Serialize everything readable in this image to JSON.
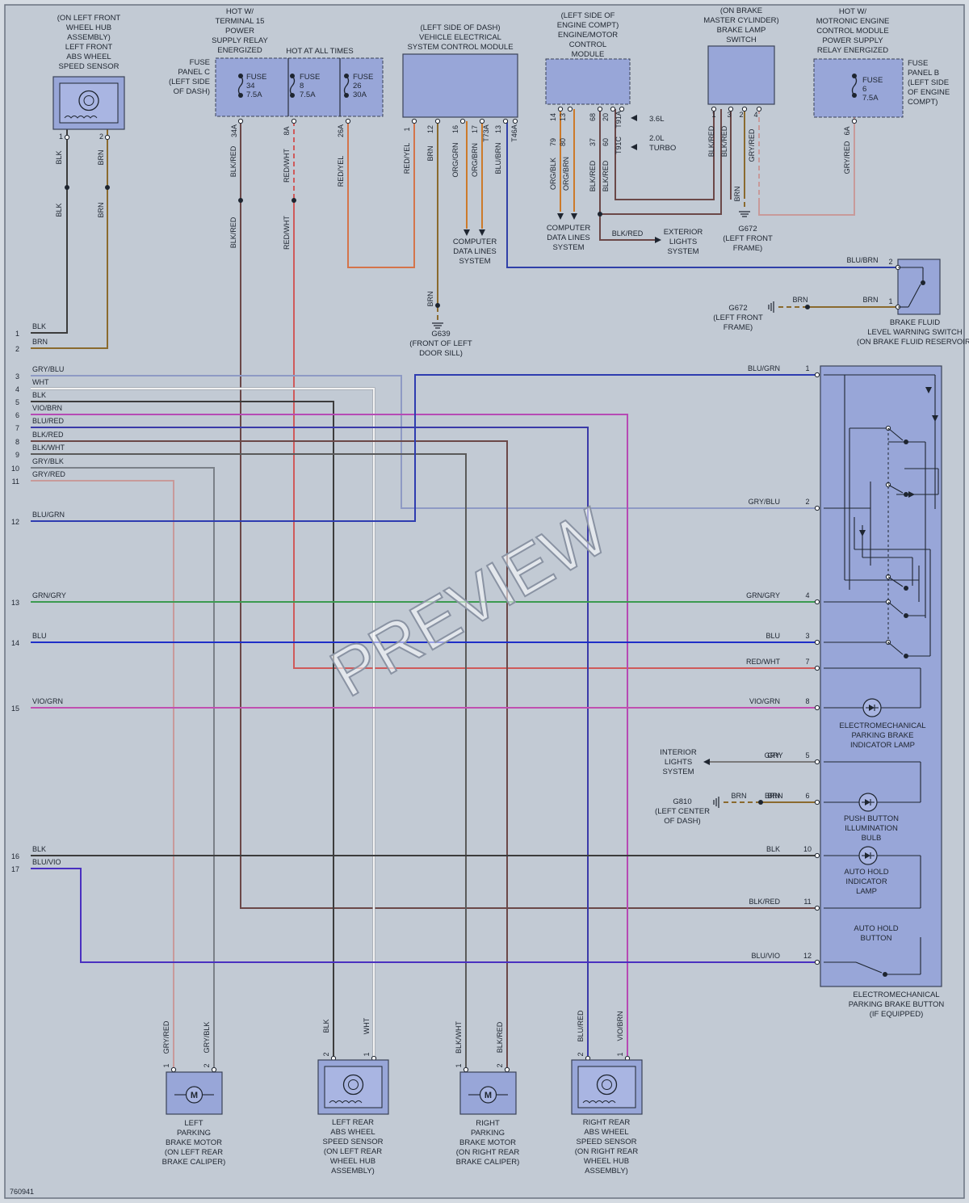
{
  "doc_number": "760941",
  "watermark": "PREVIEW",
  "colors": {
    "BLK": "#3c3c3c",
    "BRN": "#8a6a2e",
    "RED_YEL": "#d4744a",
    "RED_WHT": "#cf5a5a",
    "BLK_RED": "#6b4848",
    "GRY_BLU": "#8e9ac4",
    "WHT": "#f2f2f2",
    "VIO_BRN": "#b64ab4",
    "BLU_RED": "#3a3aa8",
    "BLK_WHT": "#5a5a5a",
    "GRY_BLK": "#7a8088",
    "GRY_RED": "#c89a9a",
    "BLU_GRN": "#2e3cb0",
    "GRN_GRY": "#3c9a50",
    "BLU": "#1e2ec8",
    "VIO_GRN": "#c050b0",
    "BLU_VIO": "#4a30c0",
    "BLU_BRN": "#3040a8",
    "ORG": "#cc7a2a",
    "GRY": "#7a7a7a"
  },
  "components": {
    "lf_sensor": [
      "(ON LEFT FRONT",
      "WHEEL HUB",
      "ASSEMBLY)",
      "LEFT FRONT",
      "ABS WHEEL",
      "SPEED SENSOR"
    ],
    "fuse_panel_c": [
      "FUSE",
      "PANEL C",
      "(LEFT SIDE",
      "OF DASH)"
    ],
    "hot_t15": [
      "HOT W/",
      "TERMINAL 15",
      "POWER",
      "SUPPLY RELAY",
      "ENERGIZED"
    ],
    "hot_all_times": "HOT AT ALL TIMES",
    "fuse34": [
      "FUSE",
      "34",
      "7.5A"
    ],
    "fuse8": [
      "FUSE",
      "8",
      "7.5A"
    ],
    "fuse26": [
      "FUSE",
      "26",
      "30A"
    ],
    "vescm": [
      "(LEFT SIDE OF DASH)",
      "VEHICLE ELECTRICAL",
      "SYSTEM CONTROL MODULE"
    ],
    "ecm": [
      "(LEFT SIDE OF",
      "ENGINE COMPT)",
      "ENGINE/MOTOR",
      "CONTROL",
      "MODULE"
    ],
    "brake_lamp_switch": [
      "(ON BRAKE",
      "MASTER CYLINDER)",
      "BRAKE LAMP",
      "SWITCH"
    ],
    "hot_motronic": [
      "HOT W/",
      "MOTRONIC ENGINE",
      "CONTROL MODULE",
      "POWER SUPPLY",
      "RELAY ENERGIZED"
    ],
    "fuse_panel_b": [
      "FUSE",
      "PANEL B",
      "(LEFT SIDE",
      "OF ENGINE",
      "COMPT)"
    ],
    "fuse6": [
      "FUSE",
      "6",
      "7.5A"
    ],
    "engine_3_6": "3.6L",
    "engine_2_0": [
      "2.0L",
      "TURBO"
    ],
    "computer_data_1": [
      "COMPUTER",
      "DATA LINES",
      "SYSTEM"
    ],
    "computer_data_2": [
      "COMPUTER",
      "DATA LINES",
      "SYSTEM"
    ],
    "exterior_lights": [
      "EXTERIOR",
      "LIGHTS",
      "SYSTEM"
    ],
    "g672_a": [
      "G672",
      "(LEFT FRONT",
      "FRAME)"
    ],
    "g639": [
      "G639",
      "(FRONT OF LEFT",
      "DOOR SILL)"
    ],
    "g672_b": [
      "G672",
      "(LEFT FRONT",
      "FRAME)"
    ],
    "brake_fluid": [
      "BRAKE FLUID",
      "LEVEL WARNING SWITCH",
      "(ON BRAKE FLUID RESERVOIR)"
    ],
    "epb_lamp": [
      "ELECTROMECHANICAL",
      "PARKING BRAKE",
      "INDICATOR LAMP"
    ],
    "interior_lights": [
      "INTERIOR",
      "LIGHTS",
      "SYSTEM"
    ],
    "g810": [
      "G810",
      "(LEFT CENTER",
      "OF DASH)"
    ],
    "push_bulb": [
      "PUSH BUTTON",
      "ILLUMINATION",
      "BULB"
    ],
    "auto_hold_lamp": [
      "AUTO HOLD",
      "INDICATOR",
      "LAMP"
    ],
    "auto_hold_button": [
      "AUTO HOLD",
      "BUTTON"
    ],
    "epb_button": [
      "ELECTROMECHANICAL",
      "PARKING BRAKE BUTTON",
      "(IF EQUIPPED)"
    ],
    "left_motor": [
      "LEFT",
      "PARKING",
      "BRAKE MOTOR",
      "(ON LEFT REAR",
      "BRAKE CALIPER)"
    ],
    "lr_sensor": [
      "LEFT REAR",
      "ABS WHEEL",
      "SPEED SENSOR",
      "(ON LEFT REAR",
      "WHEEL HUB",
      "ASSEMBLY)"
    ],
    "right_motor": [
      "RIGHT",
      "PARKING",
      "BRAKE MOTOR",
      "(ON RIGHT REAR",
      "BRAKE CALIPER)"
    ],
    "rr_sensor": [
      "RIGHT REAR",
      "ABS WHEEL",
      "SPEED SENSOR",
      "(ON RIGHT REAR",
      "WHEEL HUB",
      "ASSEMBLY)"
    ],
    "motor_symbol": "M"
  },
  "top_wires": [
    {
      "pin": "34A",
      "label": "BLK/RED",
      "color": "BLK_RED"
    },
    {
      "pin": "8A",
      "label": "RED/WHT",
      "color": "RED_WHT"
    },
    {
      "pin": "26A",
      "label": "RED/YEL",
      "color": "RED_YEL"
    },
    {
      "pin": "1",
      "label": "RED/YEL",
      "color": "RED_YEL"
    },
    {
      "pin": "12",
      "label": "BRN",
      "color": "BRN"
    },
    {
      "pin": "16",
      "label": "ORG/GRN",
      "color": "ORG"
    },
    {
      "pin": "17",
      "label": "ORG/BRN",
      "color": "ORG"
    },
    {
      "pin": "T73A",
      "label": "",
      "color": "ORG"
    },
    {
      "pin": "13",
      "label": "BLU/BRN",
      "color": "BLU_BRN"
    },
    {
      "pin": "T46A",
      "label": "",
      "color": "BLU_BRN"
    },
    {
      "pin": "14",
      "pin2": "79",
      "label": "ORG/BLK",
      "color": "ORG"
    },
    {
      "pin": "13",
      "pin2": "80",
      "label": "ORG/BRN",
      "color": "ORG"
    },
    {
      "pin": "68",
      "pin2": "37",
      "label": "BLK/RED",
      "color": "BLK_RED"
    },
    {
      "pin": "20",
      "pin2": "60",
      "label": "BLK/RED",
      "color": "BLK_RED"
    },
    {
      "pin": "T91A",
      "pin2": "T91C",
      "label": "",
      "color": "BLK_RED"
    },
    {
      "pin": "1",
      "label": "BLK/RED",
      "color": "BLK_RED"
    },
    {
      "pin": "3",
      "label": "BLK/RED",
      "color": "BLK_RED"
    },
    {
      "pin": "2",
      "label": "BRN",
      "color": "BRN"
    },
    {
      "pin": "4",
      "label": "GRY/RED",
      "color": "GRY_RED"
    },
    {
      "pin": "6A",
      "label": "GRY/RED",
      "color": "GRY_RED"
    },
    {
      "pin": "1",
      "label": "BLK",
      "color": "BLK"
    },
    {
      "pin": "2",
      "label": "BRN",
      "color": "BRN"
    }
  ],
  "misc_labels": {
    "blk_red_ext": "BLK/RED",
    "blu_brn": "BLU/BRN",
    "brn_a": "BRN",
    "brn_b": "BRN",
    "gry": "GRY",
    "brn_c": "BRN",
    "brn_d": "BRN",
    "pin_2": "2",
    "pin_1": "1"
  },
  "left_pins": [
    {
      "num": "1",
      "label": "BLK"
    },
    {
      "num": "2",
      "label": "BRN"
    },
    {
      "num": "3",
      "label": "GRY/BLU"
    },
    {
      "num": "4",
      "label": "WHT"
    },
    {
      "num": "5",
      "label": "BLK"
    },
    {
      "num": "6",
      "label": "VIO/BRN"
    },
    {
      "num": "7",
      "label": "BLU/RED"
    },
    {
      "num": "8",
      "label": "BLK/RED"
    },
    {
      "num": "9",
      "label": "BLK/WHT"
    },
    {
      "num": "10",
      "label": "GRY/BLK"
    },
    {
      "num": "11",
      "label": "GRY/RED"
    },
    {
      "num": "12",
      "label": "BLU/GRN"
    },
    {
      "num": "13",
      "label": "GRN/GRY"
    },
    {
      "num": "14",
      "label": "BLU"
    },
    {
      "num": "15",
      "label": "VIO/GRN"
    },
    {
      "num": "16",
      "label": "BLK"
    },
    {
      "num": "17",
      "label": "BLU/VIO"
    }
  ],
  "right_pins": [
    {
      "num": "1",
      "label": "BLU/GRN"
    },
    {
      "num": "2",
      "label": "GRY/BLU"
    },
    {
      "num": "4",
      "label": "GRN/GRY"
    },
    {
      "num": "3",
      "label": "BLU"
    },
    {
      "num": "7",
      "label": "RED/WHT"
    },
    {
      "num": "8",
      "label": "VIO/GRN"
    },
    {
      "num": "5",
      "label": "GRY"
    },
    {
      "num": "6",
      "label": "BRN"
    },
    {
      "num": "10",
      "label": "BLK"
    },
    {
      "num": "11",
      "label": "BLK/RED"
    },
    {
      "num": "12",
      "label": "BLU/VIO"
    }
  ],
  "bottom_wires": [
    {
      "label": "GRY/RED",
      "pin": "1"
    },
    {
      "label": "GRY/BLK",
      "pin": "2"
    },
    {
      "label": "BLK",
      "pin": "2"
    },
    {
      "label": "WHT",
      "pin": "1"
    },
    {
      "label": "BLK/WHT",
      "pin": "1"
    },
    {
      "label": "BLK/RED",
      "pin": "2"
    },
    {
      "label": "BLU/RED",
      "pin": "2"
    },
    {
      "label": "VIO/BRN",
      "pin": "1"
    }
  ]
}
